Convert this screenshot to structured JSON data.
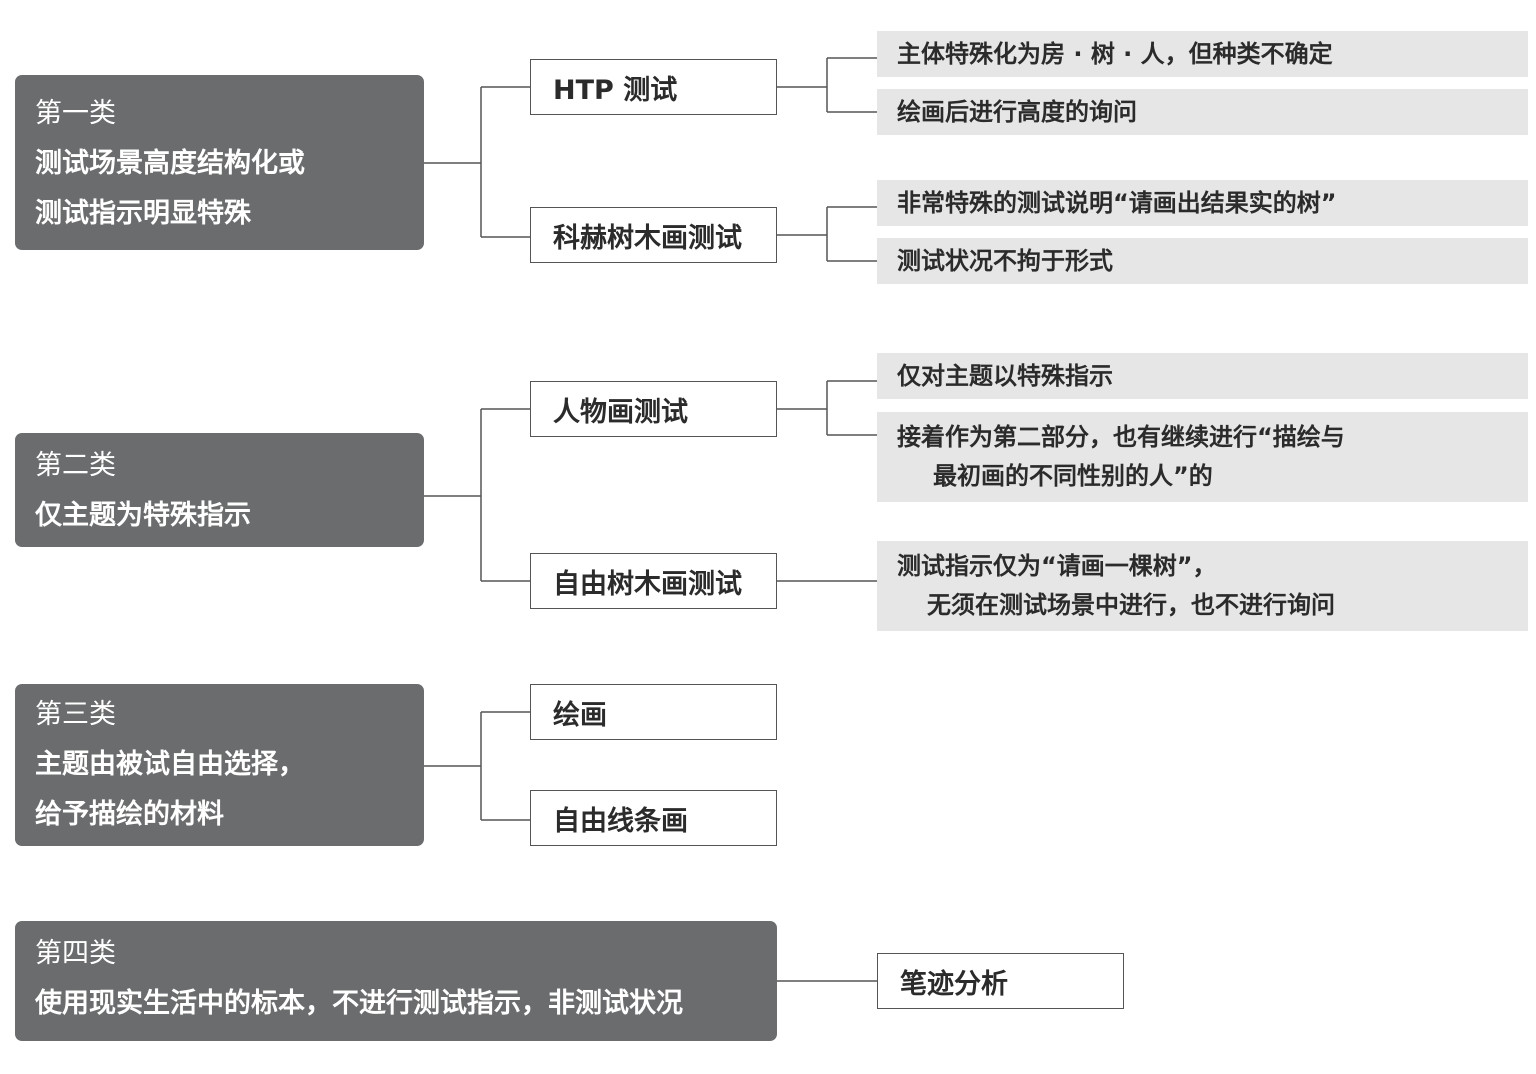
{
  "categories": [
    {
      "title": "第一类",
      "lines": [
        "测试场景高度结构化或",
        "测试指示明显特殊"
      ]
    },
    {
      "title": "第二类",
      "lines": [
        "仅主题为特殊指示"
      ]
    },
    {
      "title": "第三类",
      "lines": [
        "主题由被试自由选择，",
        "给予描绘的材料"
      ]
    },
    {
      "title": "第四类",
      "lines": [
        "使用现实生活中的标本，不进行测试指示，非测试状况"
      ]
    }
  ],
  "subs": [
    "HTP 测试",
    "科赫树木画测试",
    "人物画测试",
    "自由树木画测试",
    "绘画",
    "自由线条画",
    "笔迹分析"
  ],
  "leaves": [
    [
      "主体特殊化为房 · 树 · 人，但种类不确定"
    ],
    [
      "绘画后进行高度的询问"
    ],
    [
      "非常特殊的测试说明“请画出结果实的树”"
    ],
    [
      "测试状况不拘于形式"
    ],
    [
      "仅对主题以特殊指示"
    ],
    [
      "接着作为第二部分，也有继续进行“描绘与",
      "最初画的不同性别的人”的"
    ],
    [
      "测试指示仅为“请画一棵树”，",
      "无须在测试场景中进行，也不进行询问"
    ]
  ]
}
